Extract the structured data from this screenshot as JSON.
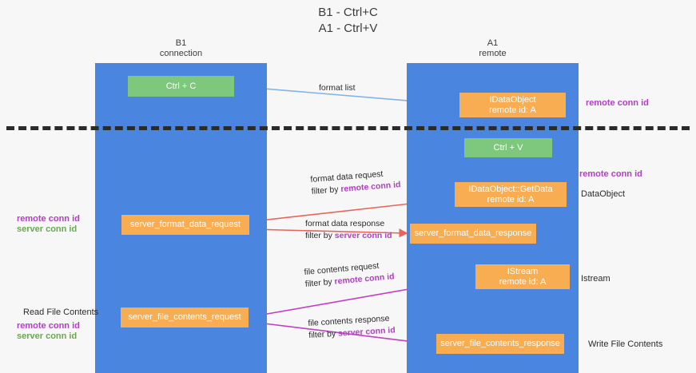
{
  "title": {
    "line1": "B1 - Ctrl+C",
    "line2": "A1 - Ctrl+V"
  },
  "lanes": [
    {
      "name": "B1",
      "sub": "connection",
      "accent": "#4a86e0"
    },
    {
      "name": "A1",
      "sub": "remote",
      "accent": "#4a86e0"
    }
  ],
  "colors": {
    "lane_blue": "#4a86e0",
    "node_green": "#7ec87e",
    "node_orange": "#f9ad53",
    "purple_text": "#b03fc4",
    "green_text": "#6aa84f",
    "arrow_blue": "#7fb4e8",
    "arrow_red": "#e8645a",
    "arrow_magenta": "#c23fc2",
    "arrow_black": "#1a1a1a",
    "divider": "#2b2b2b",
    "background": "#f7f7f7"
  },
  "nodes": {
    "ctrl_c": {
      "label": "Ctrl + C",
      "kind": "green"
    },
    "idataobject": {
      "line1": "IDataObject",
      "line2": "remote id: A",
      "kind": "orange"
    },
    "ctrl_v": {
      "label": "Ctrl + V",
      "kind": "green"
    },
    "getdata": {
      "line1": "IDataObject::GetData",
      "line2": "remote id: A",
      "kind": "orange"
    },
    "server_format_data_request": {
      "label": "server_format_data_request",
      "kind": "orange"
    },
    "server_format_data_response": {
      "label": "server_format_data_response",
      "kind": "orange"
    },
    "istream": {
      "line1": "IStream",
      "line2": "remote id: A",
      "kind": "orange"
    },
    "server_file_contents_request": {
      "label": "server_file_contents_request",
      "kind": "orange"
    },
    "server_file_contents_response": {
      "label": "server_file_contents_response",
      "kind": "orange"
    }
  },
  "edges": {
    "format_list": {
      "label": "format list",
      "color": "#7fb4e8"
    },
    "format_data_request": {
      "line1": "format data request",
      "filter_prefix": "filter by ",
      "filter_value": "remote conn id",
      "color": "#e8645a"
    },
    "format_data_response": {
      "line1": "format data response",
      "filter_prefix": "filter by ",
      "filter_value": "server conn id",
      "color": "#e8645a"
    },
    "file_contents_request": {
      "line1": "file contents request",
      "filter_prefix": "filter by ",
      "filter_value": "remote conn id",
      "color": "#c23fc2"
    },
    "file_contents_response": {
      "line1": "file contents response",
      "filter_prefix": "filter by ",
      "filter_value": "server conn id",
      "color": "#c23fc2"
    }
  },
  "annotations": {
    "remote_conn_id_top": "remote conn id",
    "remote_conn_id_mid": "remote conn id",
    "dataobject": "DataObject",
    "istream": "Istream",
    "write_file_contents": "Write File Contents",
    "read_file_contents": "Read File Contents",
    "left_ids_mid": {
      "remote": "remote conn id",
      "server": "server conn id"
    },
    "left_ids_bottom": {
      "remote": "remote conn id",
      "server": "server conn id"
    }
  }
}
